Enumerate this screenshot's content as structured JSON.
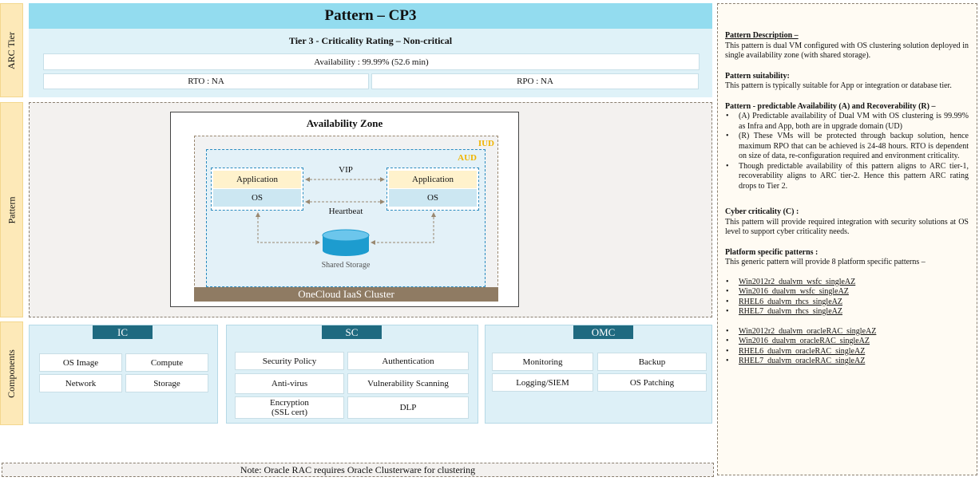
{
  "sidebars": {
    "arc": "ARC Tier",
    "pattern": "Pattern",
    "components": "Components"
  },
  "header": {
    "title": "Pattern – CP3"
  },
  "arc": {
    "tier": "Tier 3 - Criticality  Rating  – Non-critical",
    "availability": "Availability : 99.99% (52.6 min)",
    "rto": "RTO : NA",
    "rpo": "RPO : NA"
  },
  "pattern": {
    "az_title": "Availability  Zone",
    "iud": "IUD",
    "aud": "AUD",
    "vip": "VIP",
    "heartbeat": "Heartbeat",
    "vm1": {
      "app": "Application",
      "os": "OS"
    },
    "vm2": {
      "app": "Application",
      "os": "OS"
    },
    "storage": "Shared Storage",
    "cluster": "OneCloud  IaaS Cluster"
  },
  "components": {
    "ic": {
      "title": "IC",
      "items": [
        "OS Image",
        "Compute",
        "Network",
        "Storage"
      ]
    },
    "sc": {
      "title": "SC",
      "items": [
        "Security Policy",
        "Authentication",
        "Anti-virus",
        "Vulnerability Scanning",
        "Encryption\n(SSL cert)",
        "DLP"
      ]
    },
    "omc": {
      "title": "OMC",
      "items": [
        "Monitoring",
        "Backup",
        "Logging/SIEM",
        "OS Patching"
      ]
    }
  },
  "note": "Note: Oracle RAC requires Oracle Clusterware for clustering",
  "description": {
    "desc_heading": "Pattern Description –",
    "desc_text": "This pattern is dual VM configured with OS clustering solution deployed in single availability zone (with shared storage).",
    "suit_heading": "Pattern suitability:",
    "suit_text": "This pattern is typically suitable for App or integration or database tier.",
    "avail_heading": "Pattern - predictable Availability (A) and Recoverability (R) –",
    "avail_bullets": [
      "(A) Predictable availability of Dual VM with OS clustering is 99.99% as Infra and App, both are in upgrade domain (UD)",
      "(R) These VMs will be protected through backup solution, hence maximum RPO that can be achieved is 24-48 hours. RTO is dependent on size of data, re-configuration required and environment  criticality.",
      "Though predictable availability of this pattern aligns to ARC tier-1, recoverability aligns to ARC tier-2.  Hence this pattern ARC rating drops to Tier 2."
    ],
    "cyber_heading": "Cyber criticality (C) :",
    "cyber_text": "This pattern will provide required integration with security solutions at OS level to support cyber criticality needs.",
    "plat_heading": "Platform specific patterns :",
    "plat_text": "This generic pattern will provide 8 platform specific patterns –",
    "plat_group1": [
      "Win2012r2_dualvm_wsfc_singleAZ",
      "Win2016_dualvm_wsfc_singleAZ",
      "RHEL6_dualvm_rhcs_singleAZ",
      "RHEL7_dualvm_rhcs_singleAZ"
    ],
    "plat_group2": [
      "Win2012r2_dualvm_oracleRAC_singleAZ",
      "Win2016_dualvm_oracleRAC_singleAZ",
      "RHEL6_dualvm_oracleRAC_singleAZ",
      "RHEL7_dualvm_oracleRAC_singleAZ"
    ]
  },
  "colors": {
    "title_bar": "#93dcef",
    "sidebar": "#fde9b8",
    "label_accent": "#f0b400",
    "component_header": "#1f6a80",
    "cluster_bar": "#8f7b63",
    "storage": "#1d9ccf"
  }
}
